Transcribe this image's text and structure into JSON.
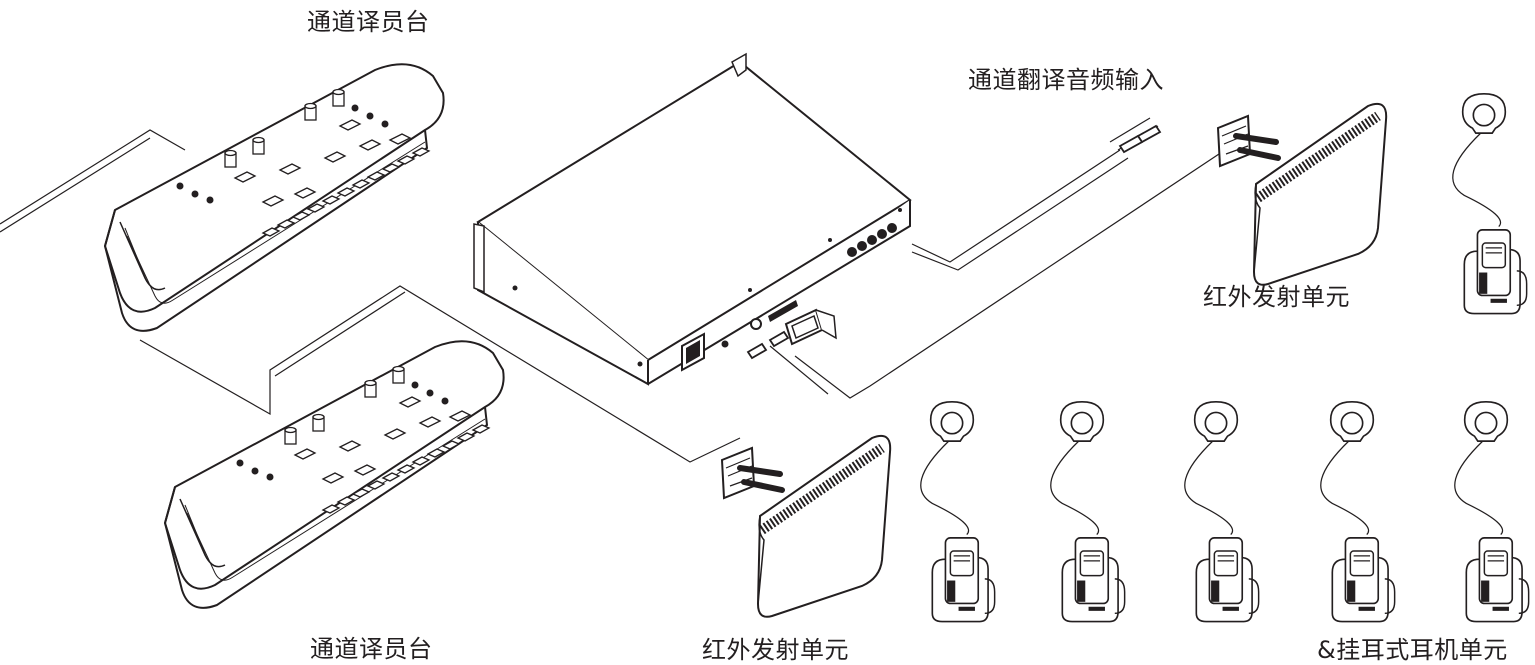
{
  "labels": {
    "console_top": "通道译员台",
    "console_bottom": "通道译员台",
    "audio_input": "通道翻译音频输入",
    "ir_emitter_right": "红外发射单元",
    "ir_emitter_bottom": "红外发射单元",
    "receivers": "&挂耳式耳机单元"
  },
  "colors": {
    "stroke": "#231f20",
    "background": "#ffffff"
  }
}
